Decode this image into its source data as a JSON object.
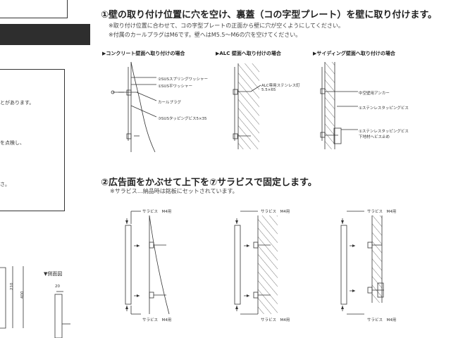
{
  "left_panel": {
    "notice_lines": [
      "とがあります。",
      "を点検し、",
      "さ。"
    ],
    "side_view_label": "▼側面図",
    "dims": {
      "d210": "210",
      "d400": "400",
      "d20": "20"
    }
  },
  "step1": {
    "title": "①壁の取り付け位置に穴を空け、裏蓋（コの字型プレート）を壁に取り付けます。",
    "notes": [
      "※取り付け位置に合わせて、コの字型プレートの正面から壁に穴が空くようにしてください。",
      "※付属のカールプラグはM6です。壁へはM5.5～M6の穴を空けてください。"
    ],
    "diagrams": [
      {
        "heading": "▶コンクリート壁面へ取り付けの場合",
        "labels": [
          "②SUSスプリングワッシャー",
          "①SUS平ワッシャー",
          "カールプラグ",
          "③SUSタッピングビス5×35"
        ]
      },
      {
        "heading": "▶ALC 壁面へ取り付けの場合",
        "labels": [
          "ALC専用ステンレス釘",
          "5.5×65"
        ]
      },
      {
        "heading": "▶サイディング壁面へ取り付けの場合",
        "labels": [
          "中空壁用アンカー",
          "①ステンレスタッピングビス",
          "①ステンレスタッピングビス",
          "下地材へビス止め"
        ]
      }
    ]
  },
  "step2": {
    "title": "②広告面をかぶせて上下を⑦サラビスで固定します。",
    "note": "※サラビス…納品時は銘板にセットされています。",
    "screw_label": "サラビス　M4用"
  },
  "colors": {
    "line": "#333333",
    "dark_bar": "#2e2e2e",
    "background": "#ffffff"
  }
}
